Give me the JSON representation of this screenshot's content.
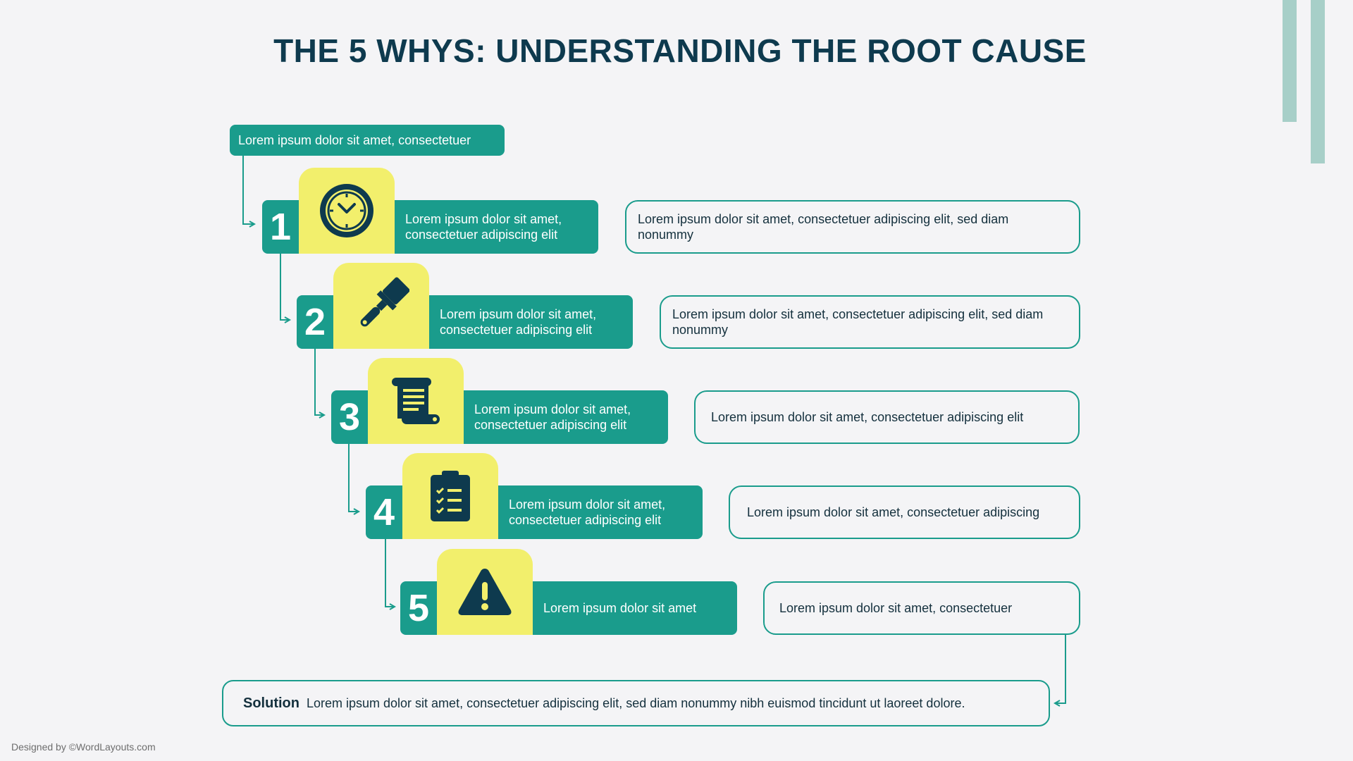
{
  "title": "THE 5 WHYS: UNDERSTANDING THE ROOT CAUSE",
  "colors": {
    "teal": "#1a9c8c",
    "yellow": "#f2ef6c",
    "navy": "#0e3a4e",
    "deco": "#a7cfc8"
  },
  "top_label": "Lorem ipsum dolor sit amet, consectetuer",
  "steps": [
    {
      "number": "1",
      "icon": "clock-icon",
      "text": "Lorem ipsum dolor sit amet, consectetuer adipiscing elit",
      "detail": "Lorem ipsum dolor sit amet, consectetuer adipiscing elit, sed diam nonummy"
    },
    {
      "number": "2",
      "icon": "paintbrush-icon",
      "text": "Lorem ipsum dolor sit amet, consectetuer adipiscing elit",
      "detail": "Lorem ipsum dolor sit amet, consectetuer adipiscing elit, sed diam nonummy"
    },
    {
      "number": "3",
      "icon": "scroll-icon",
      "text": "Lorem ipsum dolor sit amet, consectetuer adipiscing elit",
      "detail": "Lorem ipsum dolor sit amet, consectetuer adipiscing elit"
    },
    {
      "number": "4",
      "icon": "clipboard-checklist-icon",
      "text": "Lorem ipsum dolor sit amet, consectetuer adipiscing elit",
      "detail": "Lorem ipsum dolor sit amet, consectetuer adipiscing"
    },
    {
      "number": "5",
      "icon": "warning-icon",
      "text": "Lorem ipsum dolor sit amet",
      "detail": "Lorem ipsum dolor sit amet, consectetuer"
    }
  ],
  "solution": {
    "label": "Solution",
    "text": "Lorem ipsum dolor sit amet, consectetuer adipiscing elit, sed diam nonummy nibh euismod tincidunt ut laoreet dolore."
  },
  "credit": "Designed by ©WordLayouts.com"
}
